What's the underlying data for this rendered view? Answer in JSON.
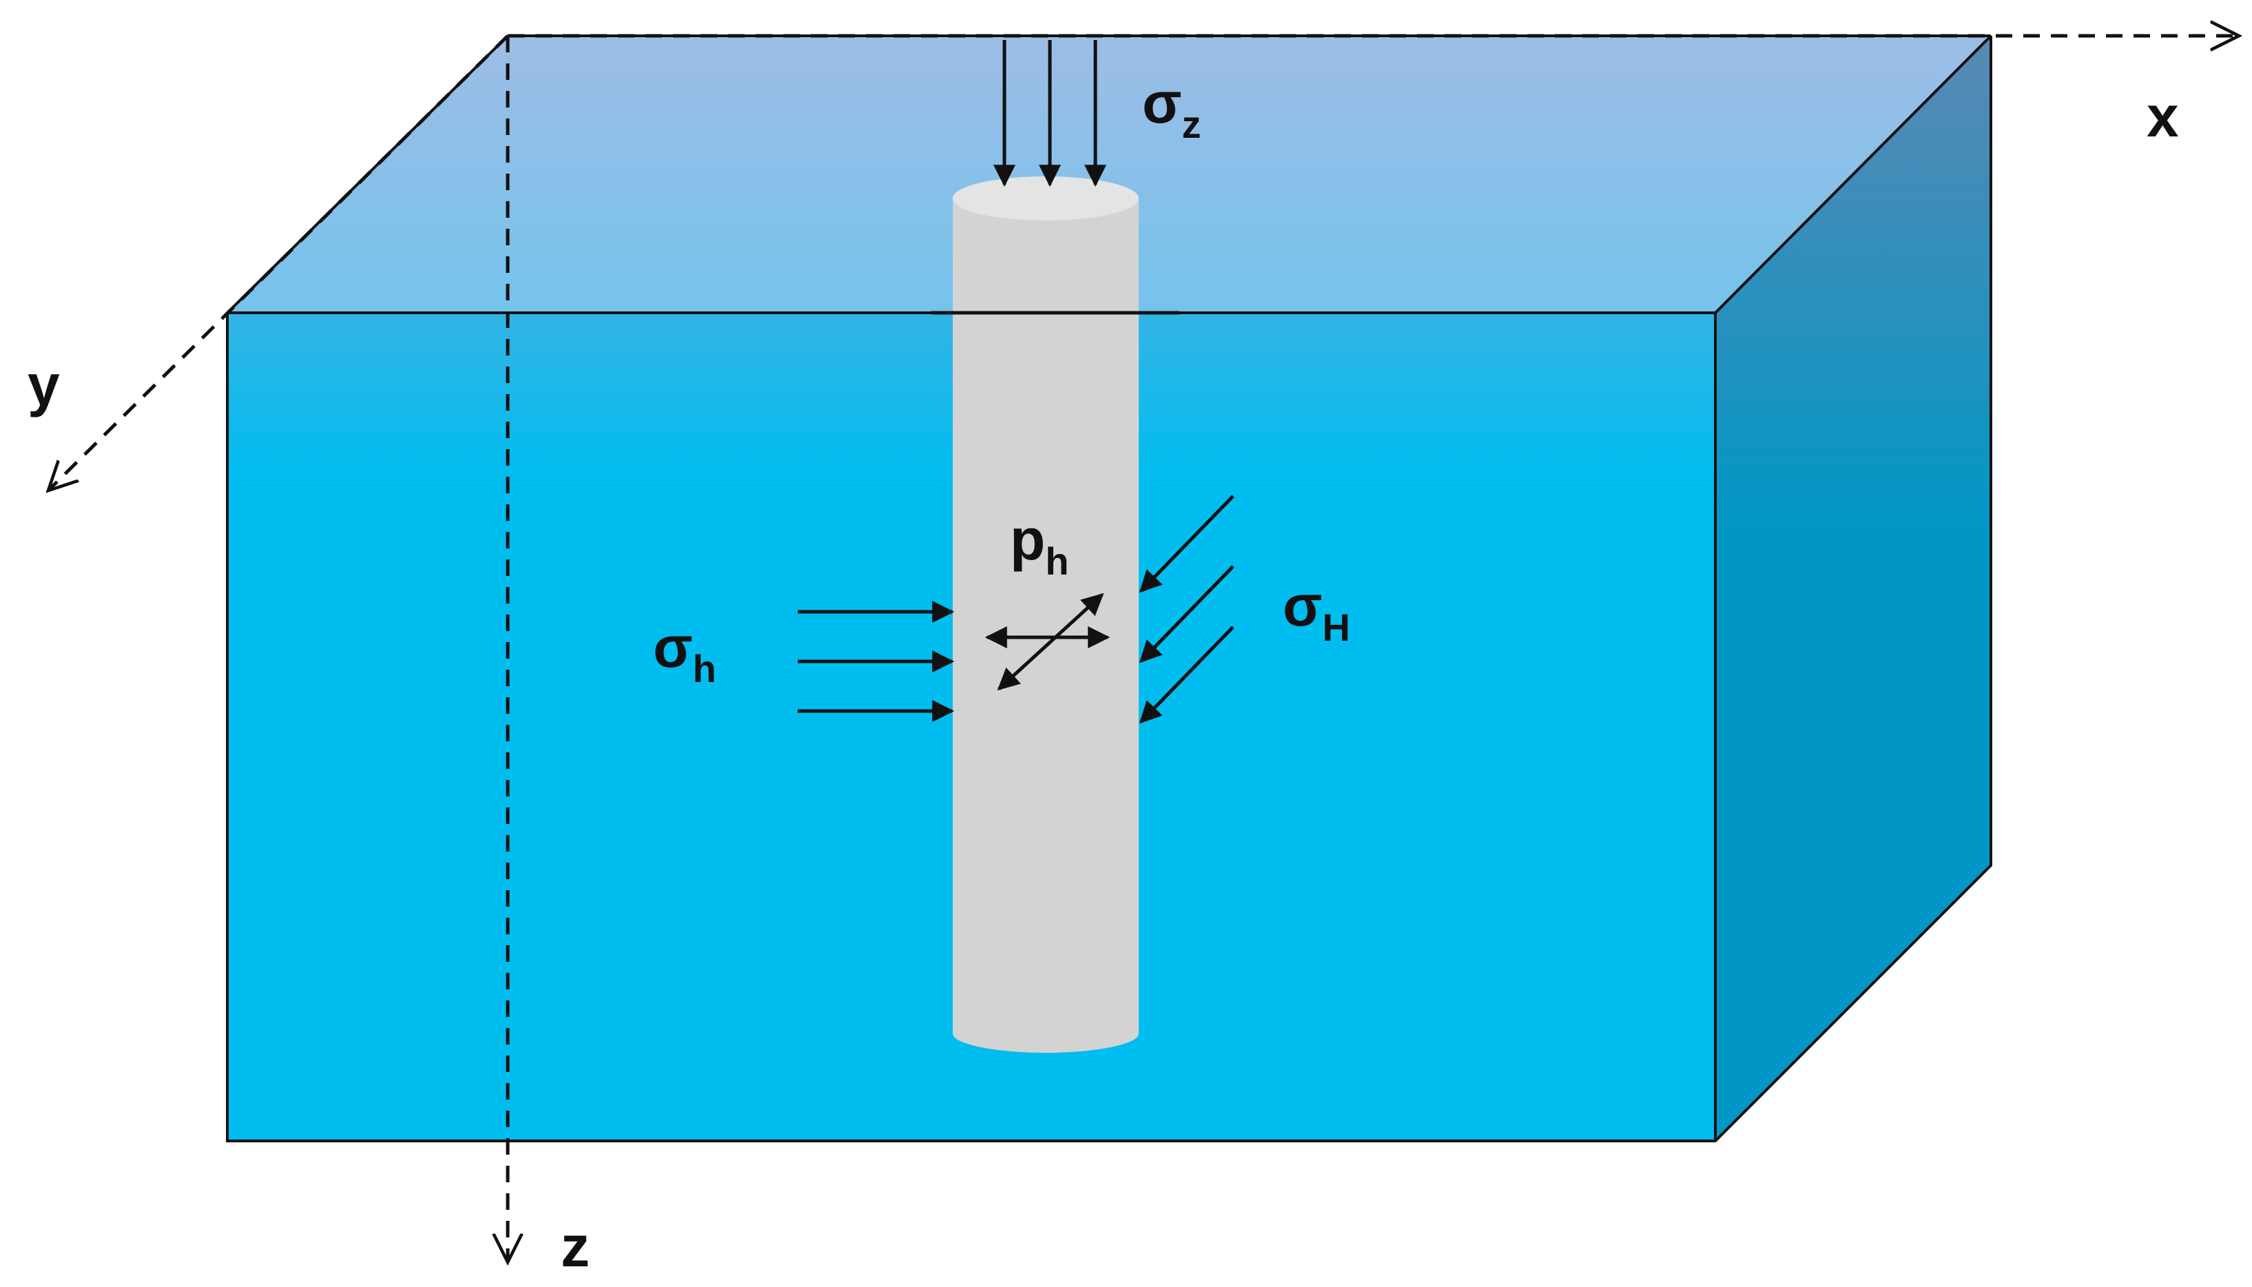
{
  "labels": {
    "axis_x": "x",
    "axis_y": "y",
    "axis_z": "z",
    "sigma_z": {
      "base": "σ",
      "sub": "z"
    },
    "sigma_h": {
      "base": "σ",
      "sub": "h"
    },
    "sigma_H": {
      "base": "σ",
      "sub": "H"
    },
    "p_h": {
      "base": "p",
      "sub": "h"
    }
  },
  "colors": {
    "top_face_light": "#9dbde6",
    "top_face_dark": "#74c3ec",
    "front_face_top": "#33b4e5",
    "front_face_main": "#00bdf0",
    "side_face_top": "#5b88b4",
    "side_face_bottom": "#0097c5",
    "cylinder": "#d3d3d3",
    "cylinder_cap": "#e4e4e4",
    "line": "#111111"
  }
}
